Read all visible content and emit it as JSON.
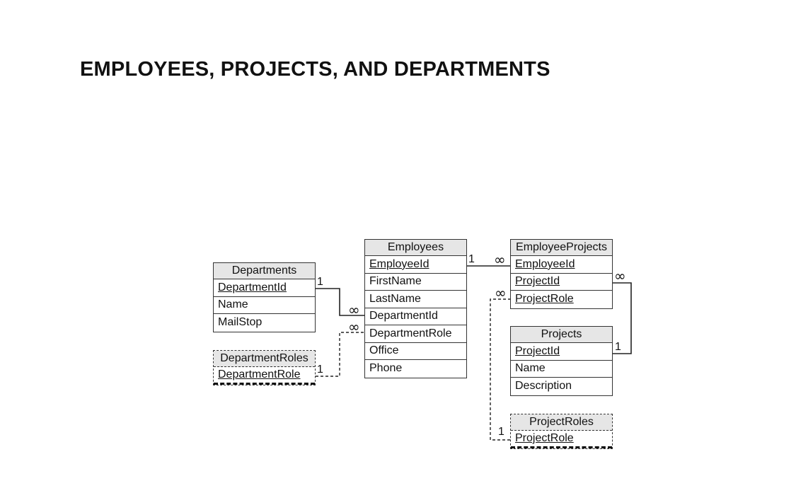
{
  "title": "EMPLOYEES, PROJECTS, AND DEPARTMENTS",
  "entities": {
    "departments": {
      "name": "Departments",
      "fields": [
        "DepartmentId",
        "Name",
        "MailStop"
      ]
    },
    "department_roles": {
      "name": "DepartmentRoles",
      "fields": [
        "DepartmentRole"
      ]
    },
    "employees": {
      "name": "Employees",
      "fields": [
        "EmployeeId",
        "FirstName",
        "LastName",
        "DepartmentId",
        "DepartmentRole",
        "Office",
        "Phone"
      ]
    },
    "employee_projects": {
      "name": "EmployeeProjects",
      "fields": [
        "EmployeeId",
        "ProjectId",
        "ProjectRole"
      ]
    },
    "projects": {
      "name": "Projects",
      "fields": [
        "ProjectId",
        "Name",
        "Description"
      ]
    },
    "project_roles": {
      "name": "ProjectRoles",
      "fields": [
        "ProjectRole"
      ]
    }
  },
  "cardinality": {
    "one": "1",
    "many": "∞"
  }
}
